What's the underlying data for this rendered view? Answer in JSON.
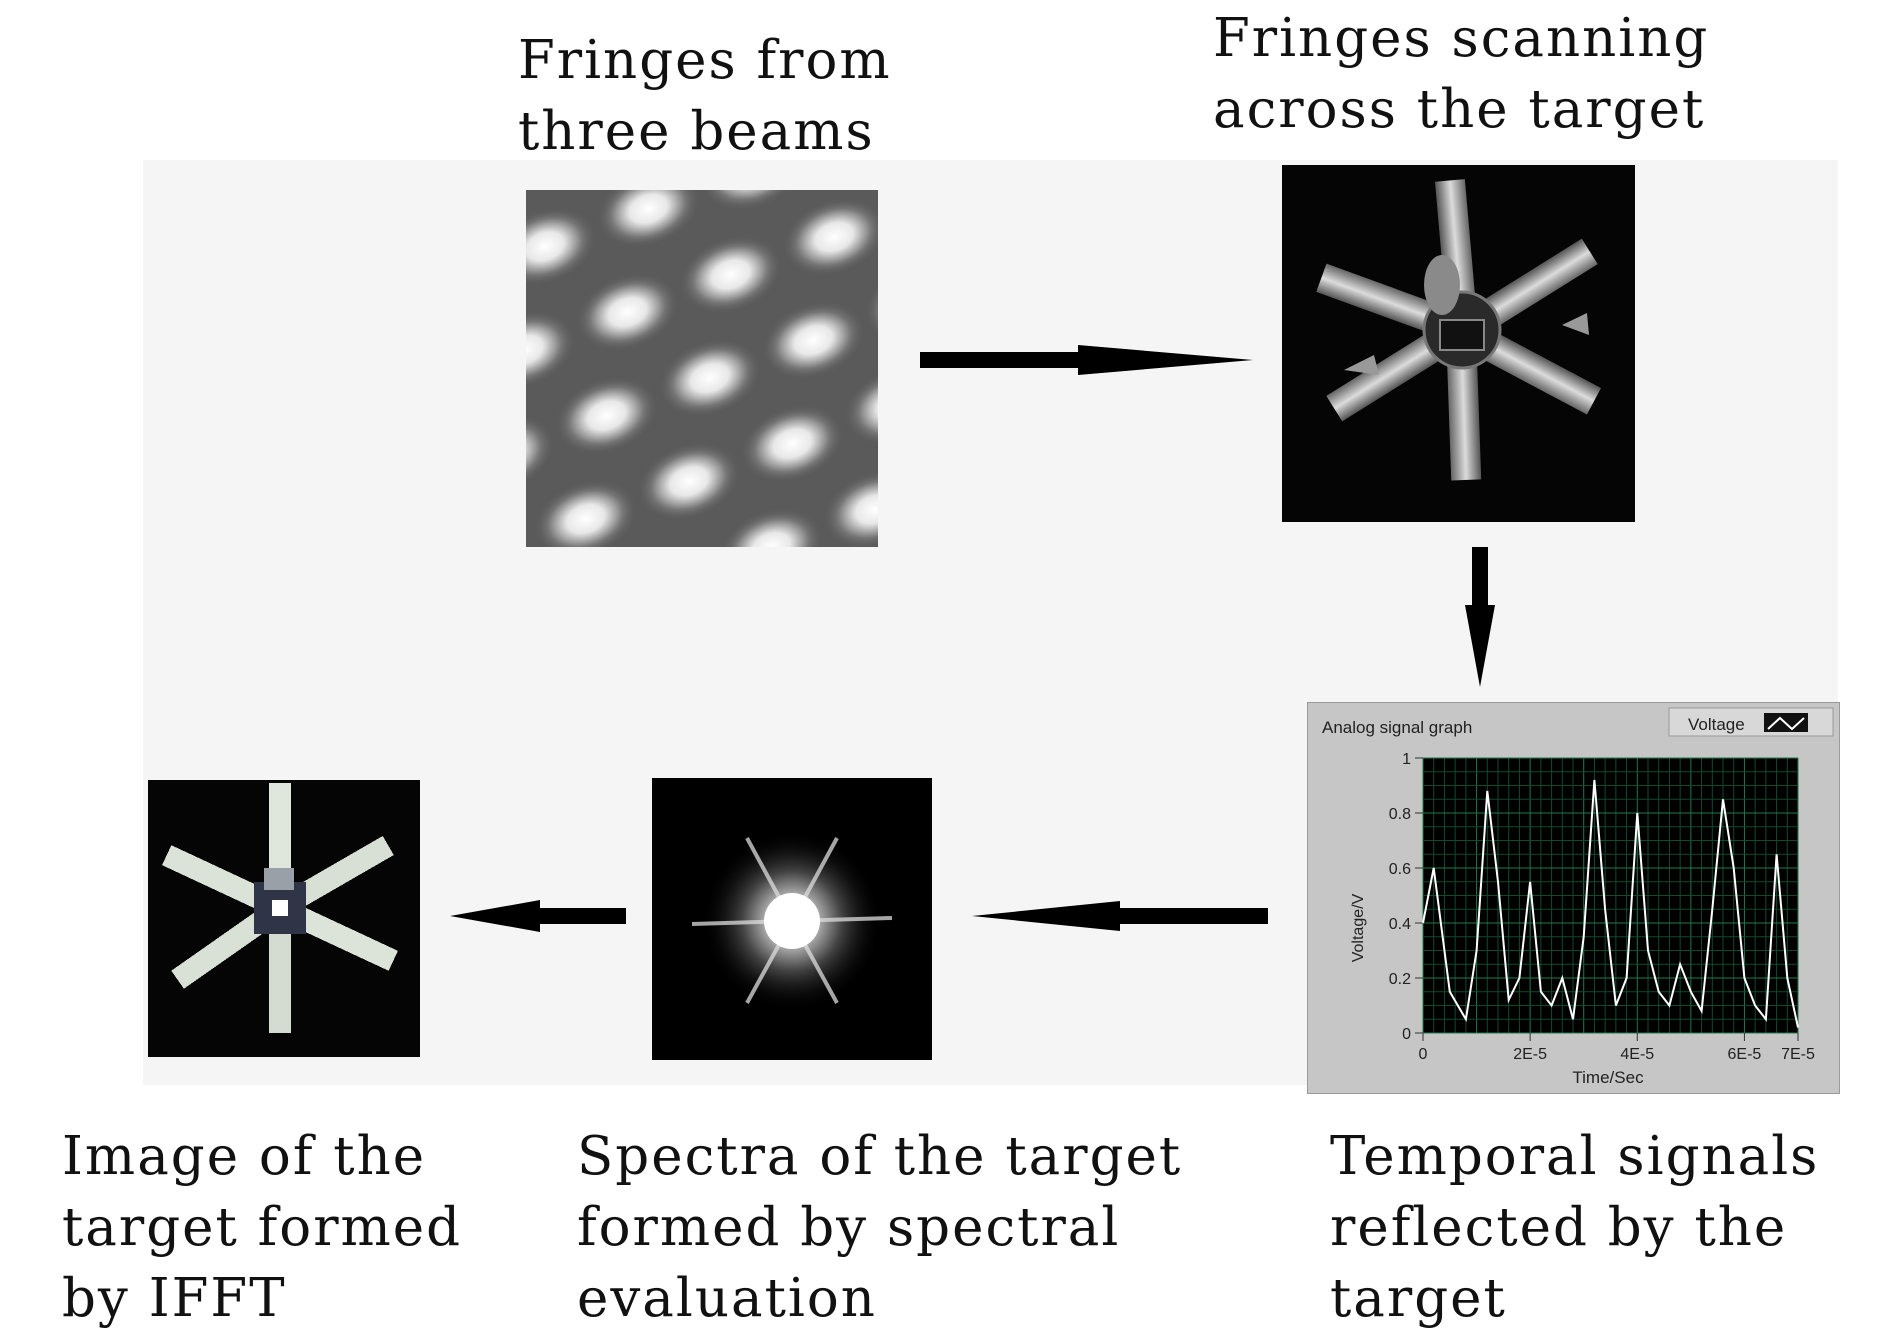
{
  "captions": {
    "fringes": [
      "Fringes from",
      "three beams"
    ],
    "scanning": [
      "Fringes scanning",
      "across the target"
    ],
    "temporal": [
      "Temporal signals",
      "reflected by the",
      "target"
    ],
    "spectra": [
      "Spectra of the target",
      "formed by spectral",
      "evaluation"
    ],
    "image": [
      "Image of the",
      "target formed",
      "by IFFT"
    ]
  },
  "graph": {
    "title": "Analog signal graph",
    "legend": "Voltage",
    "ylabel": "Voltage/V",
    "xlabel": "Time/Sec"
  },
  "chart_data": {
    "type": "line",
    "title": "Analog signal graph",
    "xlabel": "Time/Sec",
    "ylabel": "Voltage/V",
    "xlim": [
      0,
      7e-05
    ],
    "ylim": [
      0,
      1
    ],
    "xticks": [
      "0",
      "2E-5",
      "4E-5",
      "6E-5",
      "7E-5"
    ],
    "yticks": [
      "0",
      "0.2",
      "0.4",
      "0.6",
      "0.8",
      "1"
    ],
    "grid": true,
    "legend_position": "top-right",
    "series": [
      {
        "name": "Voltage",
        "x": [
          0,
          2e-06,
          5e-06,
          8e-06,
          1e-05,
          1.2e-05,
          1.4e-05,
          1.6e-05,
          1.8e-05,
          2e-05,
          2.2e-05,
          2.4e-05,
          2.6e-05,
          2.8e-05,
          3e-05,
          3.2e-05,
          3.4e-05,
          3.6e-05,
          3.8e-05,
          4e-05,
          4.2e-05,
          4.4e-05,
          4.6e-05,
          4.8e-05,
          5e-05,
          5.2e-05,
          5.4e-05,
          5.6e-05,
          5.8e-05,
          6e-05,
          6.2e-05,
          6.4e-05,
          6.6e-05,
          6.8e-05,
          7e-05
        ],
        "y": [
          0.4,
          0.6,
          0.15,
          0.05,
          0.3,
          0.88,
          0.55,
          0.12,
          0.2,
          0.55,
          0.15,
          0.1,
          0.2,
          0.05,
          0.35,
          0.92,
          0.45,
          0.1,
          0.2,
          0.8,
          0.3,
          0.15,
          0.1,
          0.25,
          0.15,
          0.08,
          0.45,
          0.85,
          0.6,
          0.2,
          0.1,
          0.05,
          0.65,
          0.2,
          0.02
        ]
      }
    ]
  }
}
